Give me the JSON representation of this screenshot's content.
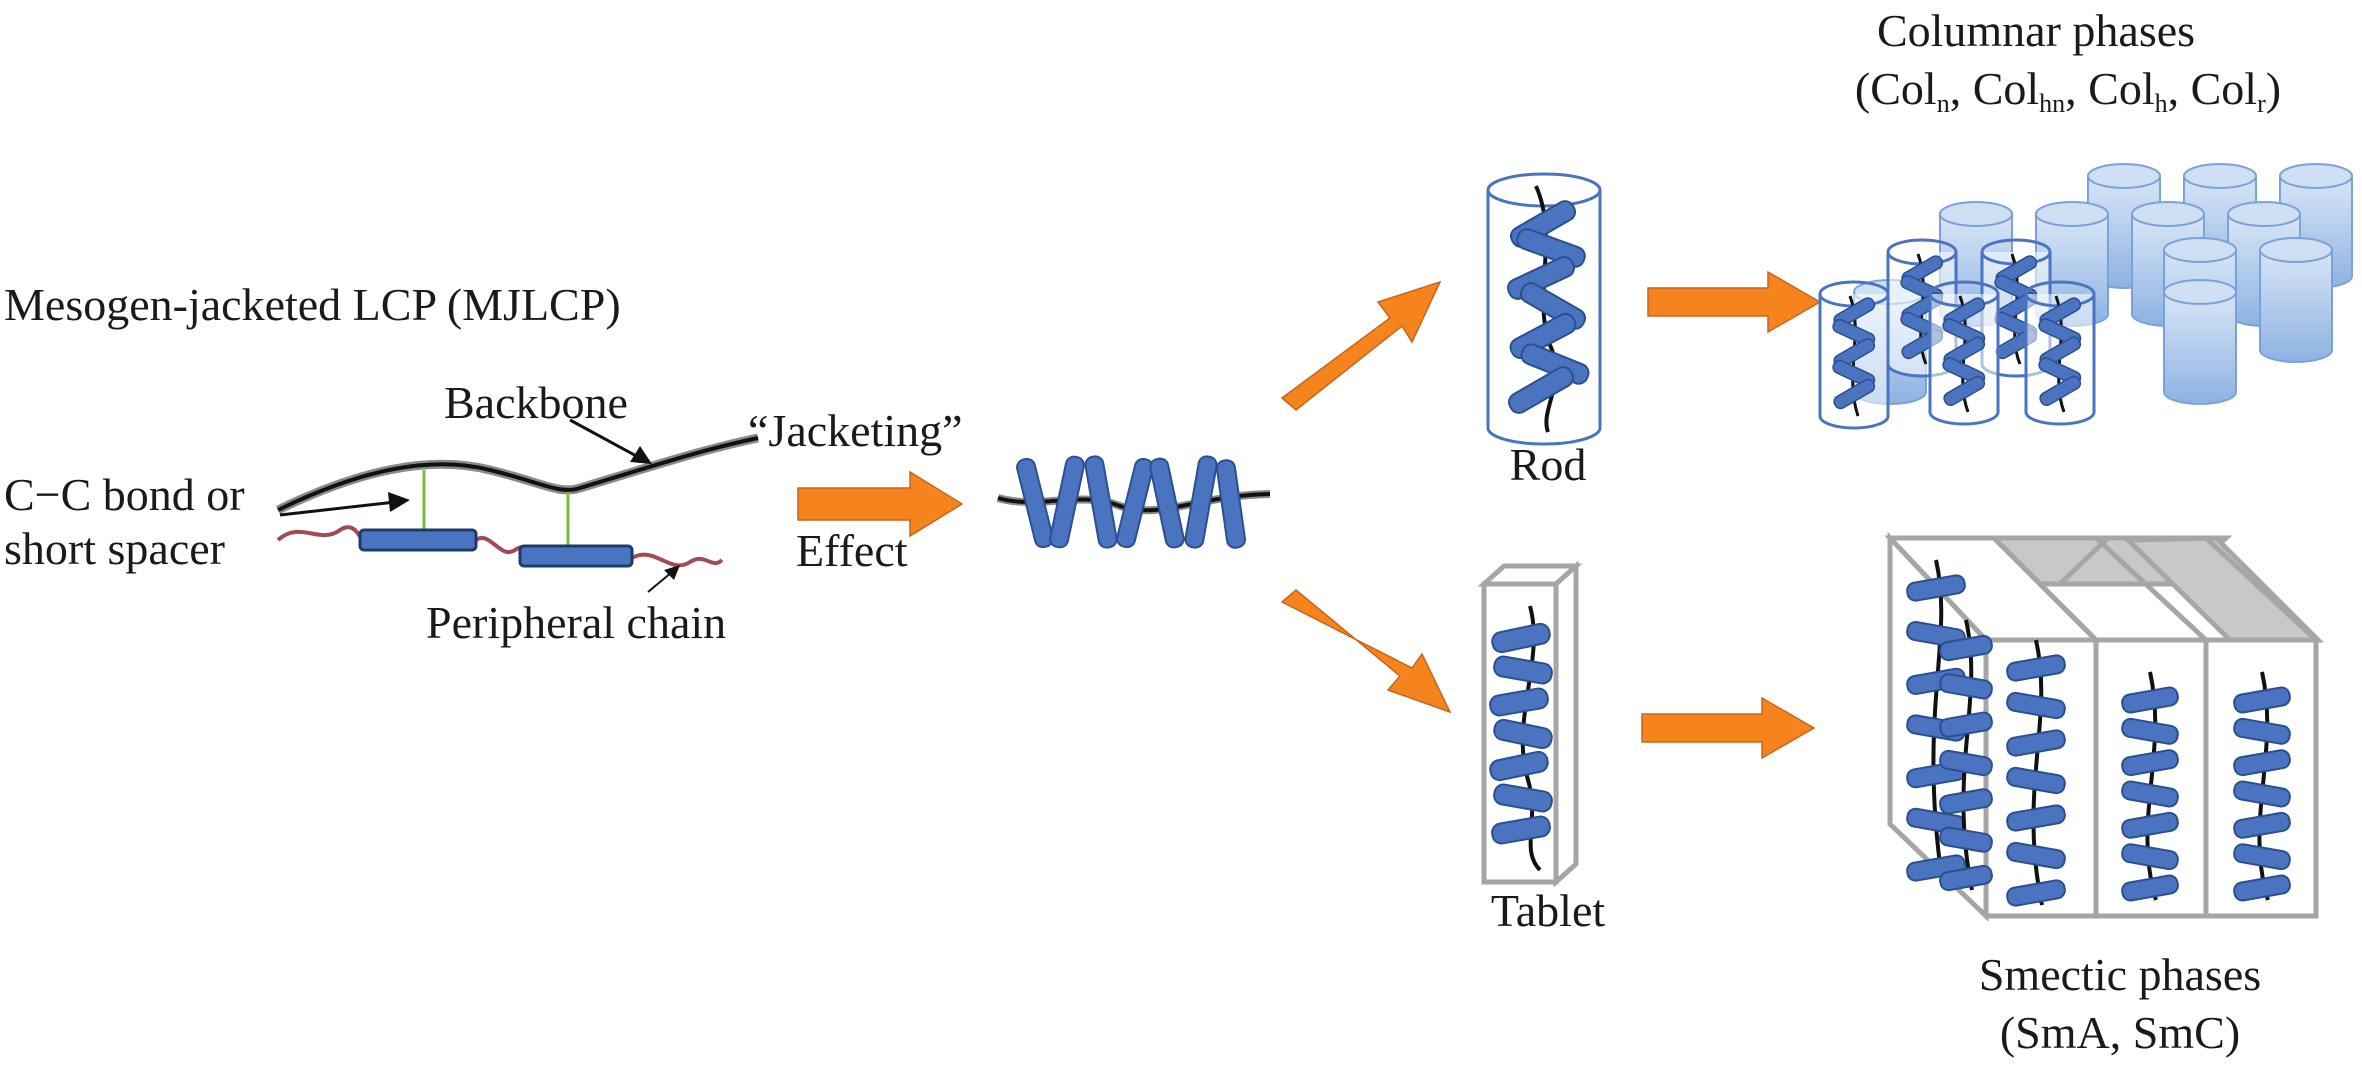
{
  "colors": {
    "mesogen": "#4a74c0",
    "mesogen_dark": "#2d4f8f",
    "arrow": "#f5841f",
    "arrow_edge": "#c9651a",
    "backbone": "#111111",
    "peripheral": "#a24a55",
    "spacer": "#7cbf3f",
    "frame": "#a6a6a6",
    "cylinder": "#9fbfe8"
  },
  "labels": {
    "mjlcp_title": "Mesogen-jacketed LCP (MJLCP)",
    "backbone": "Backbone",
    "cc_bond_line1": "C−C bond or",
    "cc_bond_line2": "short spacer",
    "peripheral_chain": "Peripheral chain",
    "jacketing": "“Jacketing”",
    "effect": "Effect",
    "rod": "Rod",
    "tablet": "Tablet",
    "columnar_title": "Columnar phases",
    "columnar_open": "(Col",
    "columnar_sub1": "n",
    "columnar_mid1": ", Col",
    "columnar_sub2": "hn",
    "columnar_mid2": ", Col",
    "columnar_sub3": "h",
    "columnar_mid3": ", Col",
    "columnar_sub4": "r",
    "columnar_close": ")",
    "smectic_title": "Smectic phases",
    "smectic_sub": "(SmA, SmC)"
  }
}
